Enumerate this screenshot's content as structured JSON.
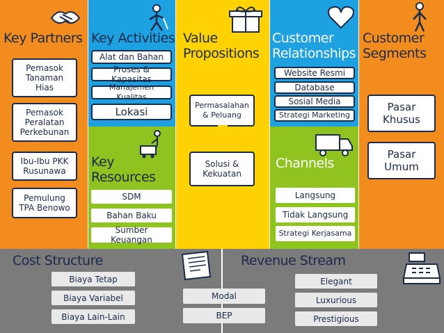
{
  "key_partners": {
    "title": "Key Partners",
    "items": [
      "Pemasok Tanaman Hias",
      "Pemasok Peralatan Perkebunan",
      "Ibu-Ibu PKK Rusunawa",
      "Pemulung TPA Benowo"
    ]
  },
  "key_activities": {
    "title": "Key Activities",
    "items": [
      "Alat dan Bahan",
      "Proses & Kapasitas",
      "Manajemen Kualitas",
      "Lokasi"
    ]
  },
  "key_resources": {
    "title_line1": "Key",
    "title_line2": "Resources",
    "items": [
      "SDM",
      "Bahan Baku",
      "Sumber Keuangan"
    ]
  },
  "value_propositions": {
    "title_line1": "Value",
    "title_line2": "Propositions",
    "items": [
      "Permasalahan & Peluang",
      "Solusi & Kekuatan"
    ]
  },
  "customer_relationships": {
    "title_line1": "Customer",
    "title_line2": "Relationships",
    "items": [
      "Website Resmi",
      "Database",
      "Sosial Media",
      "Strategi Marketing"
    ]
  },
  "channels": {
    "title": "Channels",
    "items": [
      "Langsung",
      "Tidak Langsung",
      "Strategi Kerjasama"
    ]
  },
  "customer_segments": {
    "title_line1": "Customer",
    "title_line2": "Segments",
    "items": [
      "Pasar Khusus",
      "Pasar Umum"
    ]
  },
  "cost_structure": {
    "title": "Cost Structure",
    "items": [
      "Biaya Tetap",
      "Biaya Variabel",
      "Biaya Lain-Lain"
    ]
  },
  "middle": {
    "items": [
      "Modal",
      "BEP"
    ]
  },
  "revenue_stream": {
    "title": "Revenue Stream",
    "items": [
      "Elegant",
      "Luxurious",
      "Prestigious"
    ]
  },
  "icons": {
    "key_partners": "handshake-icon",
    "key_activities": "worker-icon",
    "key_resources": "person-with-cart-icon",
    "value_propositions": "gift-icon",
    "customer_relationships": "heart-icon",
    "channels": "truck-icon",
    "customer_segments": "person-icon",
    "cost_structure": "receipt-icon",
    "revenue_stream": "cash-register-icon"
  },
  "colors": {
    "orange": "#f28c1e",
    "blue": "#1da1e0",
    "green": "#8fc31f",
    "yellow": "#ffd200",
    "grey": "#7b7b7b",
    "navy": "#1a2a4a"
  }
}
